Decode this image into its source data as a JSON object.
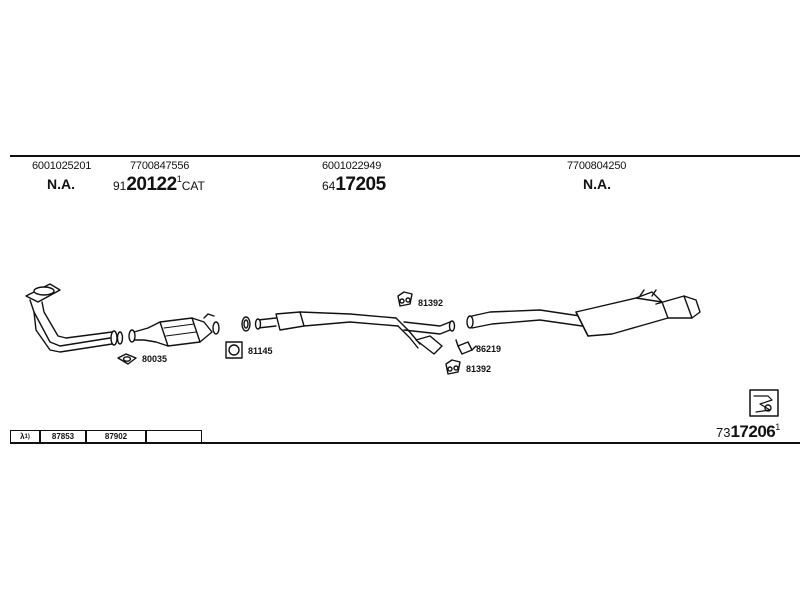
{
  "columns": [
    {
      "part_no": "6001025201",
      "code": "N.A.",
      "code_prefix": "",
      "code_suffix": ""
    },
    {
      "part_no": "7700847556",
      "code": "20122",
      "code_prefix": "91",
      "code_suffix": "CAT"
    },
    {
      "part_no": "6001022949",
      "code": "17205",
      "code_prefix": "64",
      "code_suffix": ""
    },
    {
      "part_no": "7700804250",
      "code": "N.A.",
      "code_prefix": "",
      "code_suffix": ""
    }
  ],
  "parts_labels": {
    "gasket_1": "80035",
    "gasket_2": "81145",
    "hanger_top": "81392",
    "clamp": "86219",
    "hanger_bottom": "81392"
  },
  "footer": {
    "lambda_symbol": "λ",
    "lambda_sup": "1)",
    "ref_1": "87853",
    "ref_2": "87902",
    "ref_3": "",
    "kit_prefix": "73",
    "kit_code": "17206",
    "kit_sup": "1"
  }
}
